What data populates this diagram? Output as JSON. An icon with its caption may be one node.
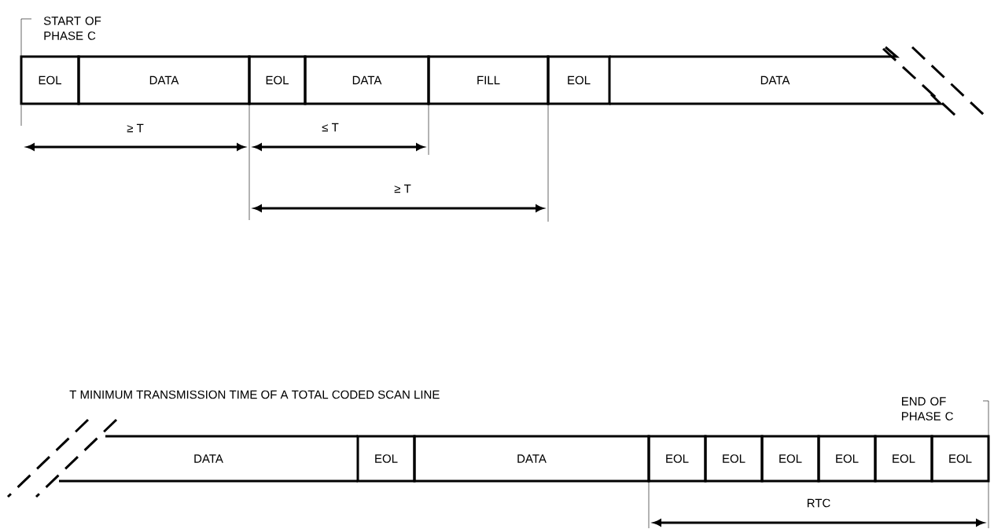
{
  "diagram": {
    "nodes": [
      {
        "text": [
          "EOL"
        ]
      },
      {
        "text": [
          "DATA"
        ]
      },
      {
        "text": [
          "EOL"
        ]
      },
      {
        "text": [
          "DATA"
        ]
      },
      {
        "text": [
          "FILL"
        ]
      },
      {
        "text": [
          "EOL"
        ]
      },
      {
        "text": [
          "DATA"
        ]
      },
      {
        "text": [
          "DATA"
        ]
      },
      {
        "text": [
          "EOL"
        ]
      },
      {
        "text": [
          "DATA"
        ]
      },
      {
        "text": [
          "EOL"
        ]
      },
      {
        "text": [
          "EOL"
        ]
      },
      {
        "text": [
          "EOL"
        ]
      },
      {
        "text": [
          "EOL"
        ]
      },
      {
        "text": [
          "EOL"
        ]
      },
      {
        "text": [
          "EOL"
        ]
      }
    ],
    "edges": [],
    "labels": [
      "START OF PHASE C",
      "≥ T",
      "≤ T",
      "≥ T",
      "T MINIMUM TRANSMISSION TIME OF A TOTAL CODED SCAN LINE",
      "END OF PHASE C",
      "RTC"
    ]
  }
}
